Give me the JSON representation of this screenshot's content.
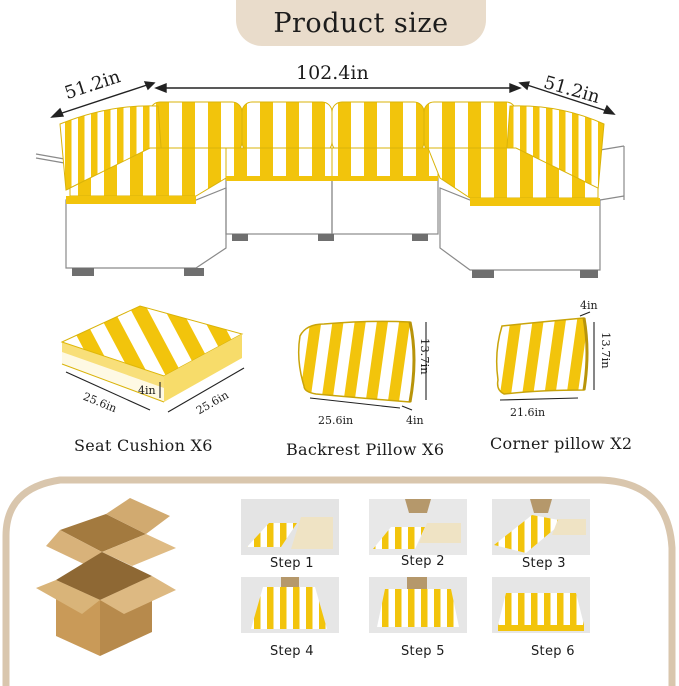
{
  "header": {
    "title": "Product size"
  },
  "sofa": {
    "dims": {
      "left": "51.2in",
      "center": "102.4in",
      "right": "51.2in"
    }
  },
  "pieces": [
    {
      "caption": "Seat Cushion  X6",
      "dims": {
        "depth": "25.6in",
        "width": "25.6in",
        "height": "4in"
      }
    },
    {
      "caption": "Backrest Pillow  X6",
      "dims": {
        "width": "25.6in",
        "thickness": "4in",
        "height": "13.7in"
      }
    },
    {
      "caption": "Corner pillow  X2",
      "dims": {
        "thickness": "4in",
        "height": "13.7in",
        "width": "21.6in"
      }
    }
  ],
  "steps": [
    "Step 1",
    "Step 2",
    "Step 3",
    "Step 4",
    "Step 5",
    "Step 6"
  ],
  "colors": {
    "stripe": "#f2c40c",
    "pill": "#e9dccb",
    "frame": "#d9c6ad",
    "box": "#c89f62"
  }
}
